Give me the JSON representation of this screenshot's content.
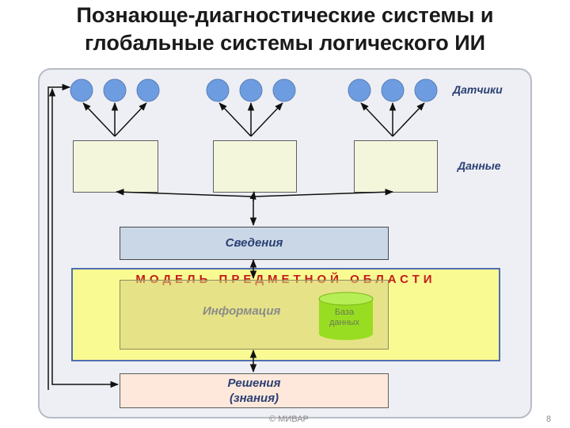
{
  "title": {
    "line1": "Познающе-диагностические системы и",
    "line2": "глобальные системы логического ИИ"
  },
  "labels": {
    "sensors": "Датчики",
    "data": "Данные"
  },
  "blocks": {
    "svedenia": "Сведения",
    "model": "МОДЕЛЬ ПРЕДМЕТНОЙ ОБЛАСТИ",
    "information": "Информация",
    "database_line1": "База",
    "database_line2": "данных",
    "decisions_line1": "Решения",
    "decisions_line2": "(знания)"
  },
  "footer": {
    "copyright": "© МИВАР",
    "page": "8"
  },
  "colors": {
    "sensor": "#6d9de0",
    "model_fill": "#fafa92",
    "model_title": "#c21b1b",
    "database": "#99dd22"
  },
  "groups_count": 3,
  "sensors_per_group": 3
}
